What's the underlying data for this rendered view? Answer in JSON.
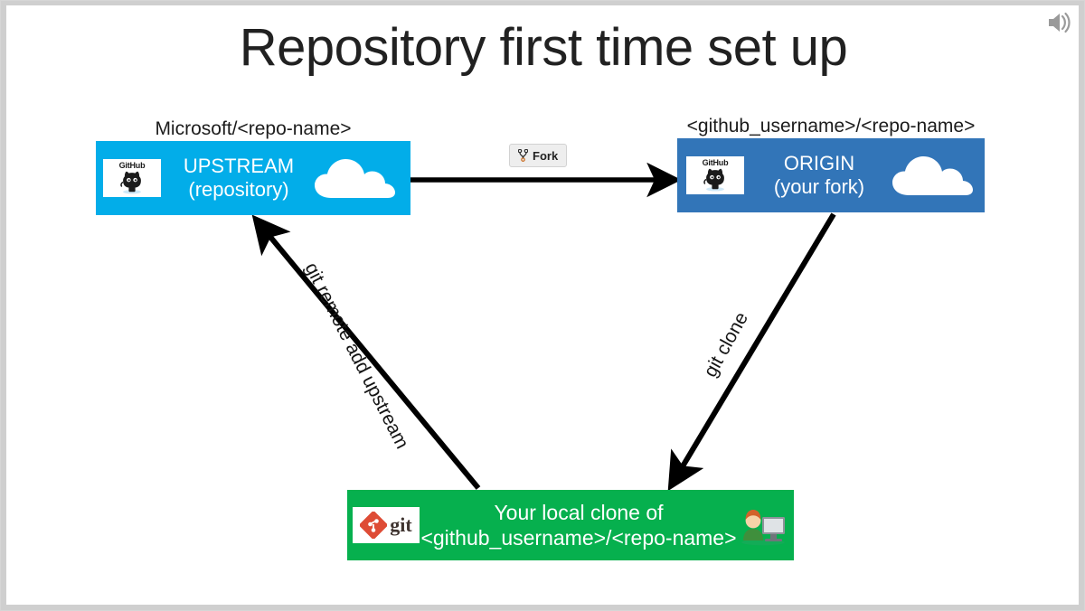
{
  "slide": {
    "title": "Repository first time set up",
    "background": "#ffffff"
  },
  "topbar": {
    "speaker_icon": "speaker-icon"
  },
  "colors": {
    "upstream_blue": "#02ade9",
    "origin_blue": "#3275b8",
    "local_green": "#06b04e",
    "arrow_black": "#000000",
    "text_dark": "#1c1c1c"
  },
  "nodes": {
    "upstream": {
      "caption": "Microsoft/<repo-name>",
      "title": "UPSTREAM",
      "subtitle": "(repository)",
      "logo_word": "GitHub",
      "logo_icon": "github-octocat-icon",
      "cloud_icon": "cloud-icon"
    },
    "origin": {
      "caption": "<github_username>/<repo-name>",
      "title": "ORIGIN",
      "subtitle": "(your fork)",
      "logo_word": "GitHub",
      "logo_icon": "github-octocat-icon",
      "cloud_icon": "cloud-icon"
    },
    "local": {
      "line1": "Your local clone of",
      "line2": "<github_username>/<repo-name>",
      "logo_word": "git",
      "logo_icon": "git-diamond-icon",
      "person_icon": "person-at-computer-icon"
    }
  },
  "actions": {
    "fork": {
      "label": "Fork",
      "icon": "repo-forked-icon"
    },
    "git_clone": {
      "label": "git clone"
    },
    "git_remote_add_upstream": {
      "label": "git remote add upstream"
    }
  }
}
